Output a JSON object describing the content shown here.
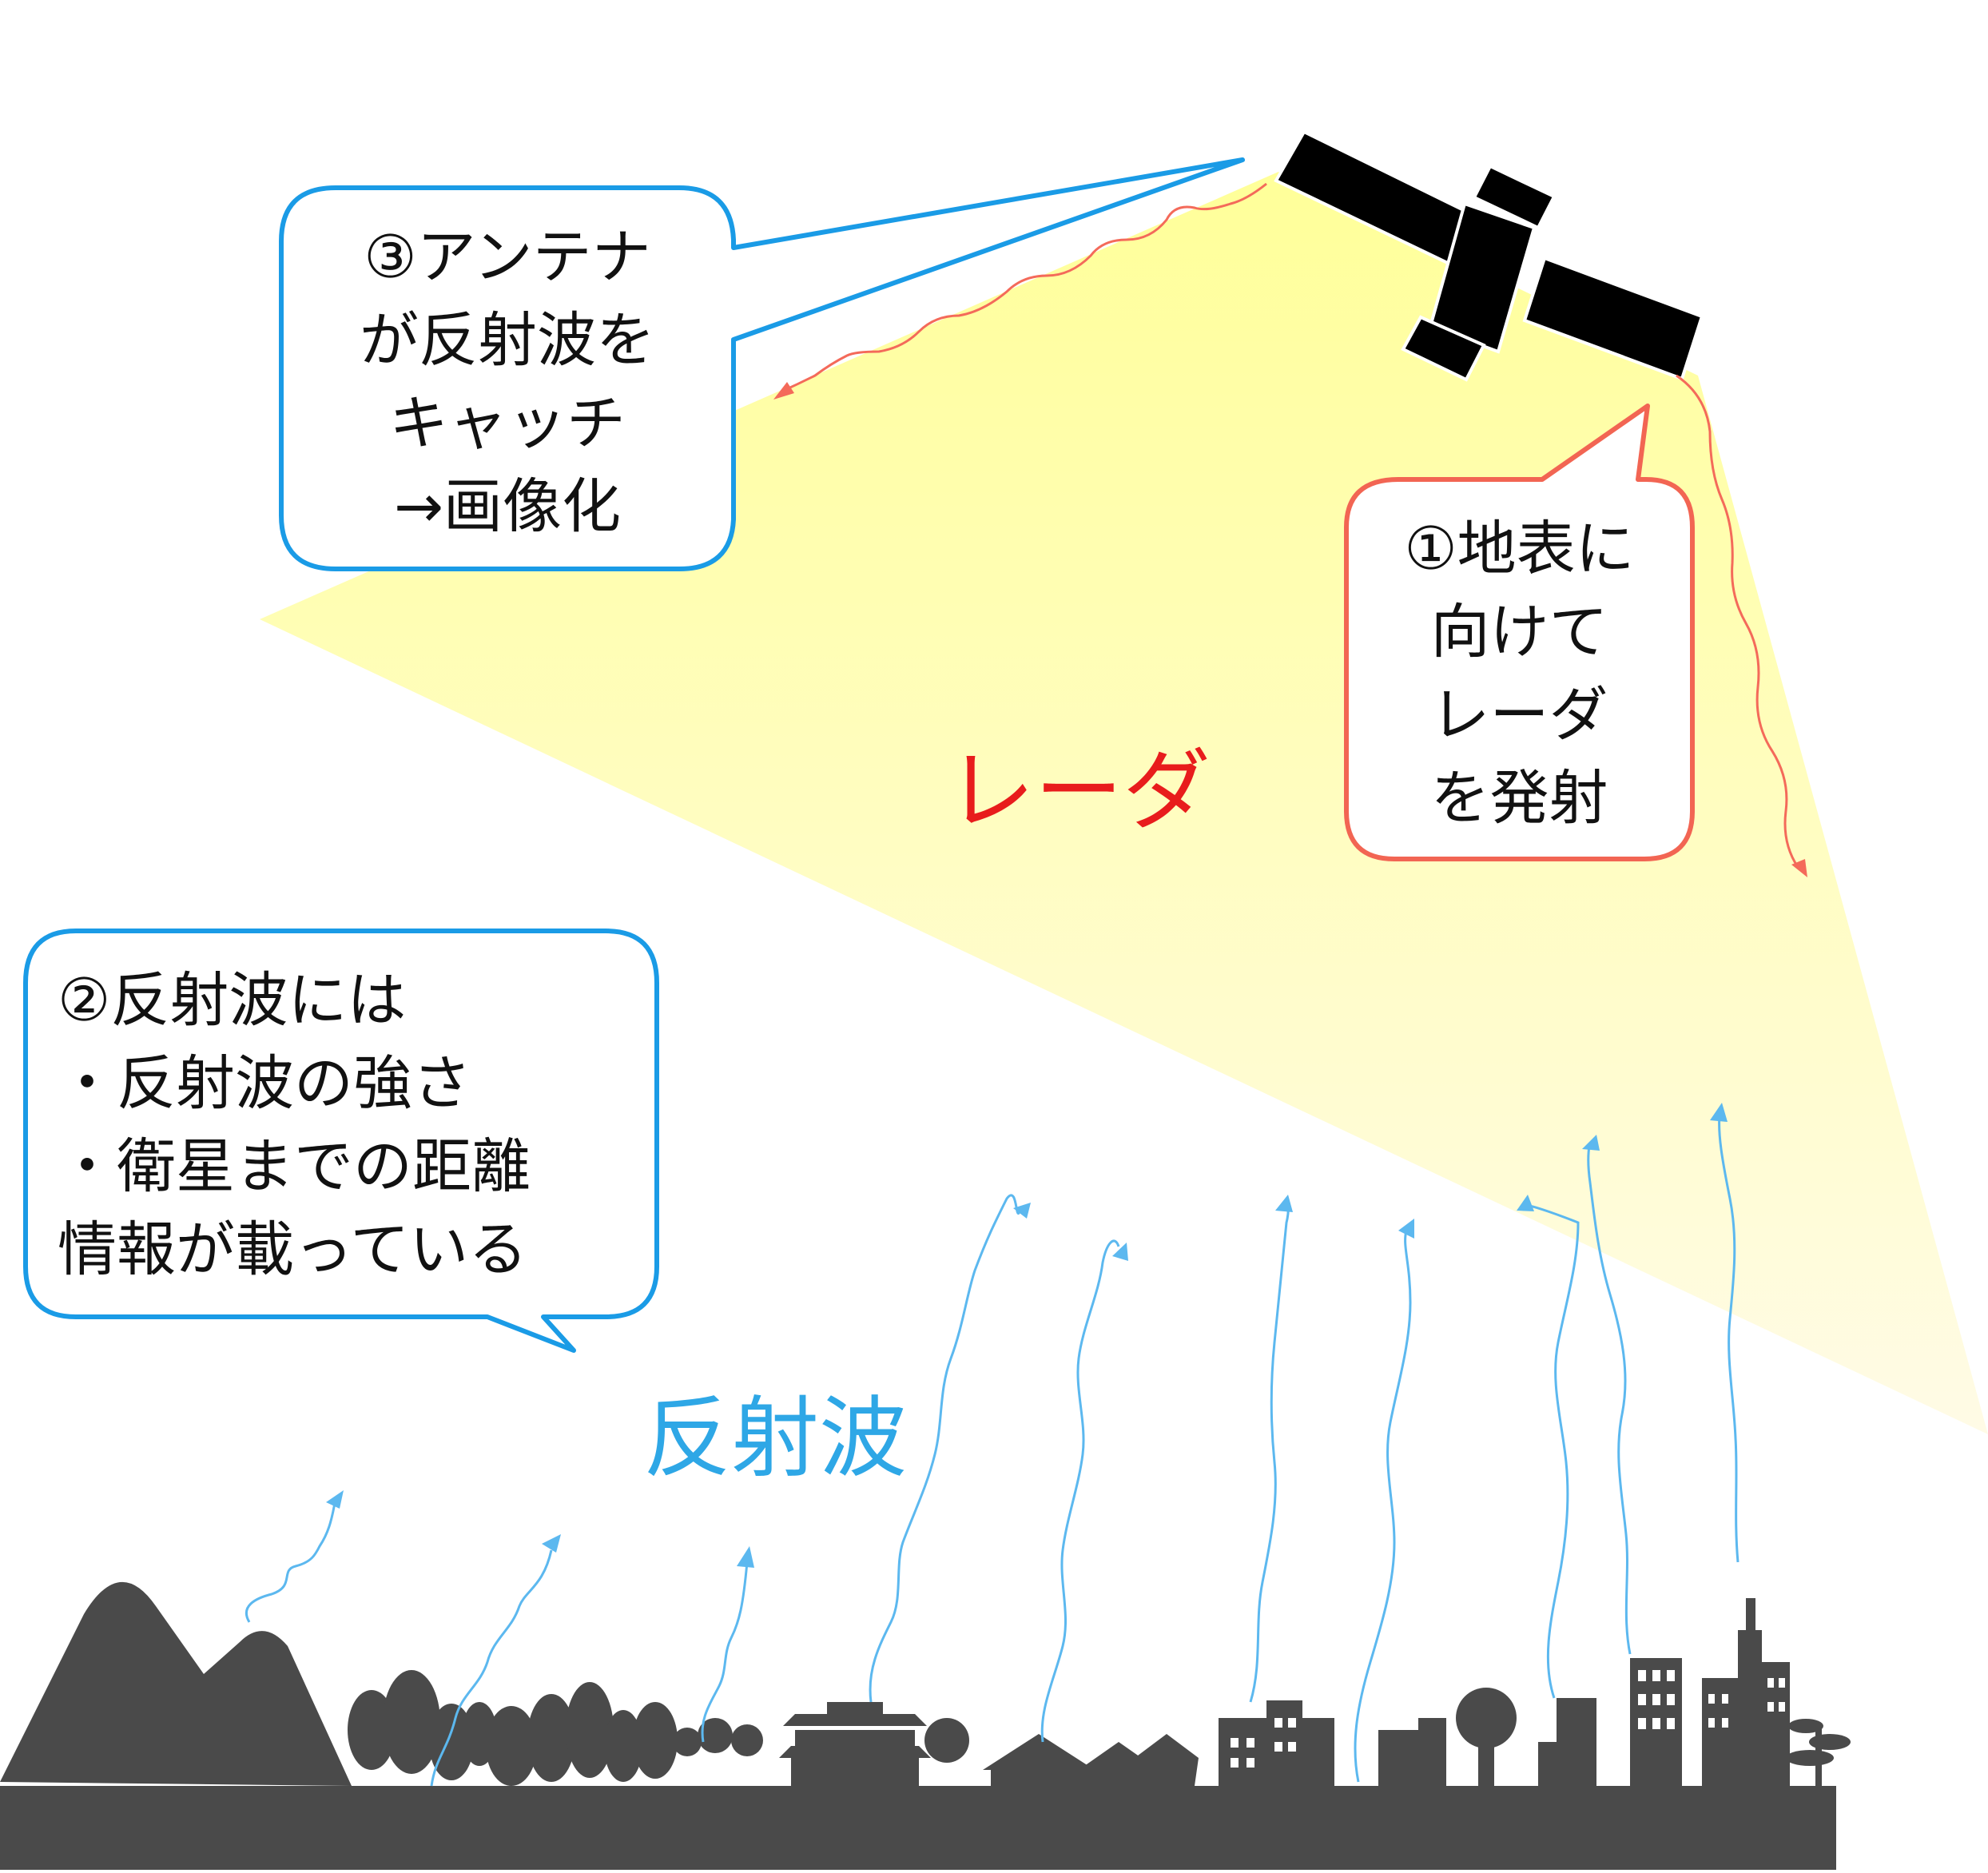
{
  "callouts": {
    "antenna": {
      "lines": [
        "③アンテナ",
        "が反射波を",
        "キャッチ",
        "→画像化"
      ]
    },
    "emit": {
      "lines": [
        "①地表に",
        "向けて",
        "レーダ",
        "を発射"
      ]
    },
    "reflection": {
      "lines": [
        "②反射波には",
        "・反射波の強さ",
        "・衛星までの距離",
        "情報が載っている"
      ]
    }
  },
  "labels": {
    "radar": "レーダ",
    "reflected_wave": "反射波"
  },
  "colors": {
    "beam": "#fffaa8",
    "radar_wave": "#f46a5a",
    "radar_label": "#e81c1c",
    "reflected_wave": "#5cb8ef",
    "reflected_label": "#2ea7e6",
    "callout_blue_border": "#1a9be6",
    "callout_red_border": "#f26553",
    "satellite": "#000000",
    "landscape": "#4a4a4a"
  },
  "icons": [
    "satellite-icon",
    "mountain-icon",
    "tree-icon",
    "temple-icon",
    "house-icon",
    "building-icon",
    "bonsai-pine-icon"
  ]
}
